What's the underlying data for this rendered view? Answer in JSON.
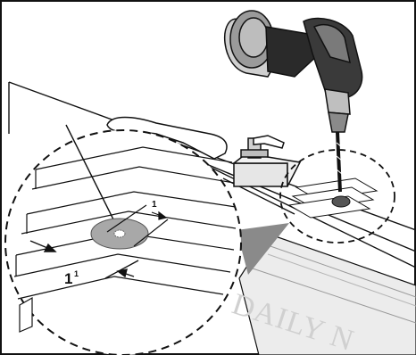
{
  "diagram": {
    "labels": {
      "dimension_large": "1",
      "dimension_large_sup": "1",
      "dimension_small": "1"
    },
    "newspaper_text": "DAILY N",
    "colors": {
      "line": "#111111",
      "hole_gray": "#a8a8a8",
      "pointer_gray": "#8a8a8a",
      "paper_gray": "#d9d9d9",
      "drill_dark": "#2a2a2a",
      "drill_mid": "#9a9a9a"
    },
    "icons": [
      "drill-icon",
      "clamp-icon",
      "magnifier-callout",
      "hole-marker"
    ]
  }
}
